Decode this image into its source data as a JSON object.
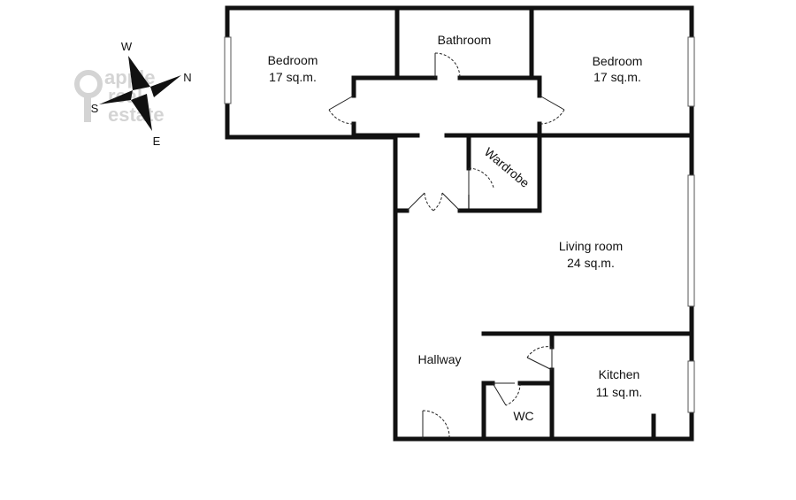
{
  "compass": {
    "west": "W",
    "north": "N",
    "south": "S",
    "east": "E"
  },
  "logo": {
    "line1": "apple",
    "line2": "real",
    "line3": "estate"
  },
  "rooms": {
    "bedroom_left": {
      "name": "Bedroom",
      "area": "17 sq.m."
    },
    "bathroom": {
      "name": "Bathroom"
    },
    "bedroom_right": {
      "name": "Bedroom",
      "area": "17 sq.m."
    },
    "wardrobe": {
      "name": "Wardrobe"
    },
    "living_room": {
      "name": "Living room",
      "area": "24 sq.m."
    },
    "hallway": {
      "name": "Hallway"
    },
    "kitchen": {
      "name": "Kitchen",
      "area": "11 sq.m."
    },
    "wc": {
      "name": "WC"
    }
  }
}
